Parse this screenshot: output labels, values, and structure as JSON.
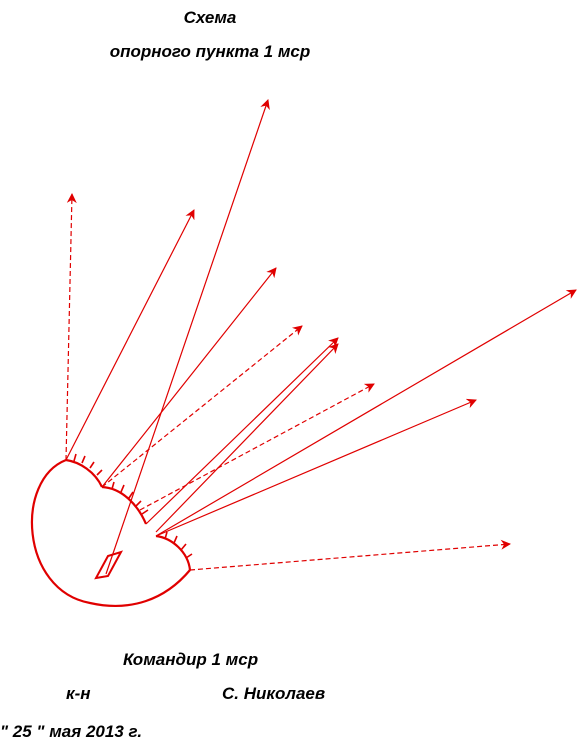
{
  "title": {
    "line1": "Схема",
    "line2": "опорного пункта  1 мср"
  },
  "signature": {
    "position": "Командир 1 мср",
    "rank": "к-н",
    "name": "С. Николаев"
  },
  "date": "\" 25 \" мая  2013 г.",
  "colors": {
    "lines": "#e00000",
    "text": "#000000"
  }
}
